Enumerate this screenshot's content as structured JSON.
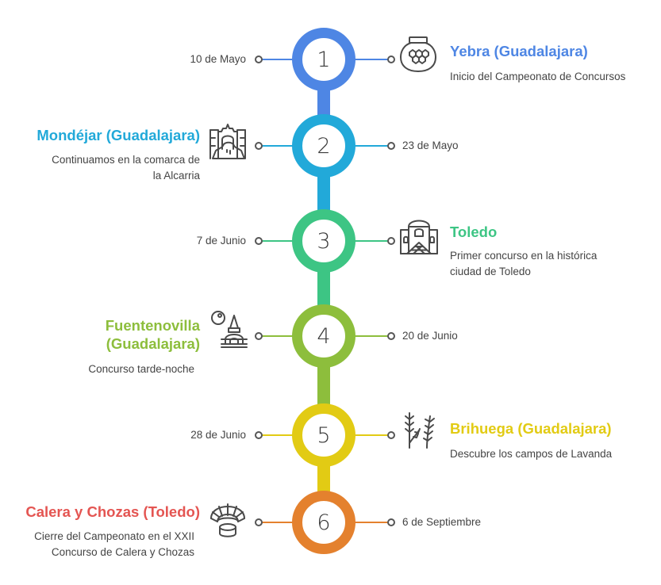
{
  "steps": [
    {
      "number": "1",
      "date": "10 de Mayo",
      "title": "Yebra (Guadalajara)",
      "description": "Inicio del Campeonato de Concursos",
      "icon": "honey-jar-icon",
      "color": "#4E86E4",
      "title_color": "#4E86E4"
    },
    {
      "number": "2",
      "date": "23 de Mayo",
      "title": "Mondéjar (Guadalajara)",
      "description": "Continuamos en la comarca de la Alcarria",
      "description_lines": [
        "Continuamos en la comarca de",
        "la Alcarria"
      ],
      "icon": "monastery-ruins-icon",
      "color": "#22A9D9",
      "title_color": "#22A9D9"
    },
    {
      "number": "3",
      "date": "7 de Junio",
      "title": "Toledo",
      "description": "Primer concurso en la histórica ciudad de Toledo",
      "description_lines": [
        "Primer concurso en la histórica",
        "ciudad de Toledo"
      ],
      "icon": "historic-building-icon",
      "color": "#3DC584",
      "title_color": "#3DC584"
    },
    {
      "number": "4",
      "date": "20 de Junio",
      "title": "Fuentenovilla (Guadalajara)",
      "title_lines": [
        "Fuentenovilla",
        "(Guadalajara)"
      ],
      "description": "Concurso tarde-noche",
      "icon": "church-moon-icon",
      "color": "#8DBE3C",
      "title_color": "#8DBE3C"
    },
    {
      "number": "5",
      "date": "28 de Junio",
      "title": "Brihuega (Guadalajara)",
      "description": "Descubre los campos de Lavanda",
      "icon": "lavender-icon",
      "color": "#E2CB14",
      "title_color": "#E2CB14"
    },
    {
      "number": "6",
      "date": "6 de Septiembre",
      "title": "Calera y Chozas (Toledo)",
      "description": "Cierre del Campeonato en el XXII Concurso de Calera y Chozas",
      "description_lines": [
        "Cierre del Campeonato en el XXII",
        "Concurso de Calera y Chozas"
      ],
      "icon": "bullring-icon",
      "color": "#E4812E",
      "title_color": "#E45552"
    }
  ]
}
